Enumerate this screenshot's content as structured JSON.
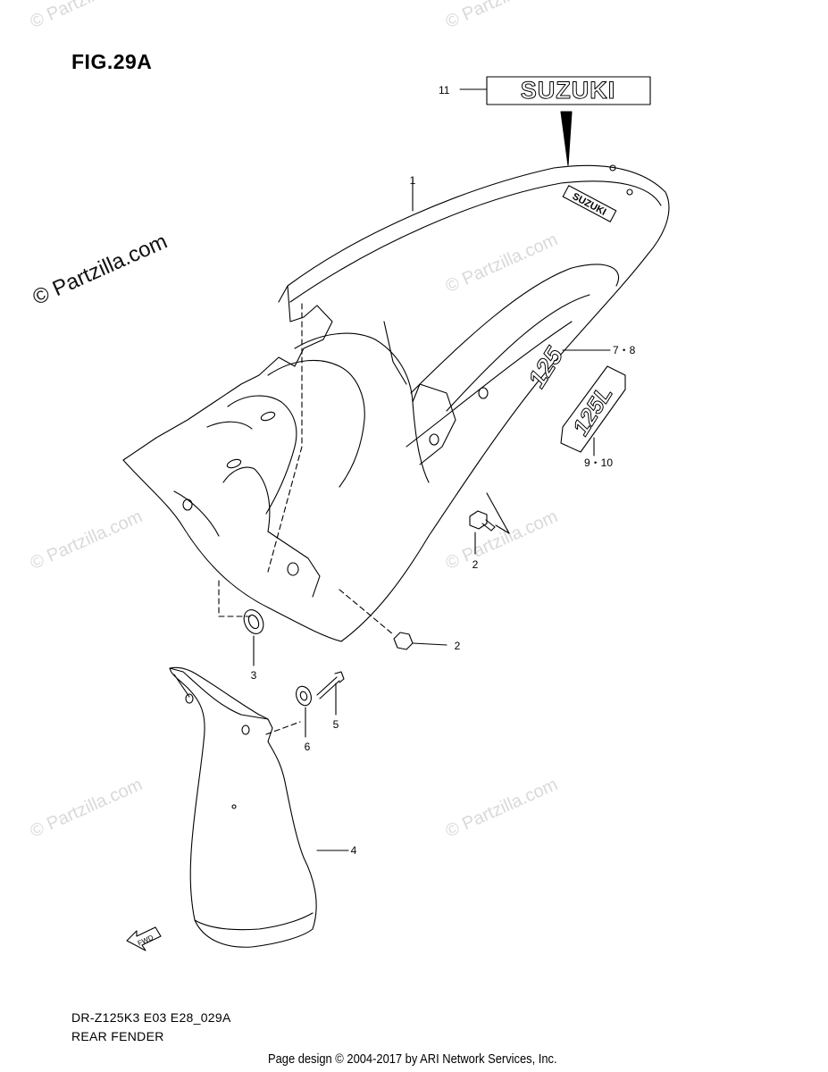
{
  "figure": {
    "title": "FIG.29A",
    "model_code": "DR-Z125K3 E03 E28_029A",
    "section_name": "REAR FENDER"
  },
  "footer": {
    "copyright": "Page design © 2004-2017 by ARI Network Services, Inc."
  },
  "watermark": {
    "main": "© Partzilla.com",
    "faint": "© Partzilla.com"
  },
  "callouts": {
    "c1": "1",
    "c2a": "2",
    "c2b": "2",
    "c3": "3",
    "c4": "4",
    "c5": "5",
    "c6": "6",
    "c78": "7・8",
    "c910": "9・10",
    "c11": "11"
  },
  "decals": {
    "brand": "SUZUKI",
    "num_a": "125",
    "num_b": "125L",
    "fwd": "FWD"
  }
}
